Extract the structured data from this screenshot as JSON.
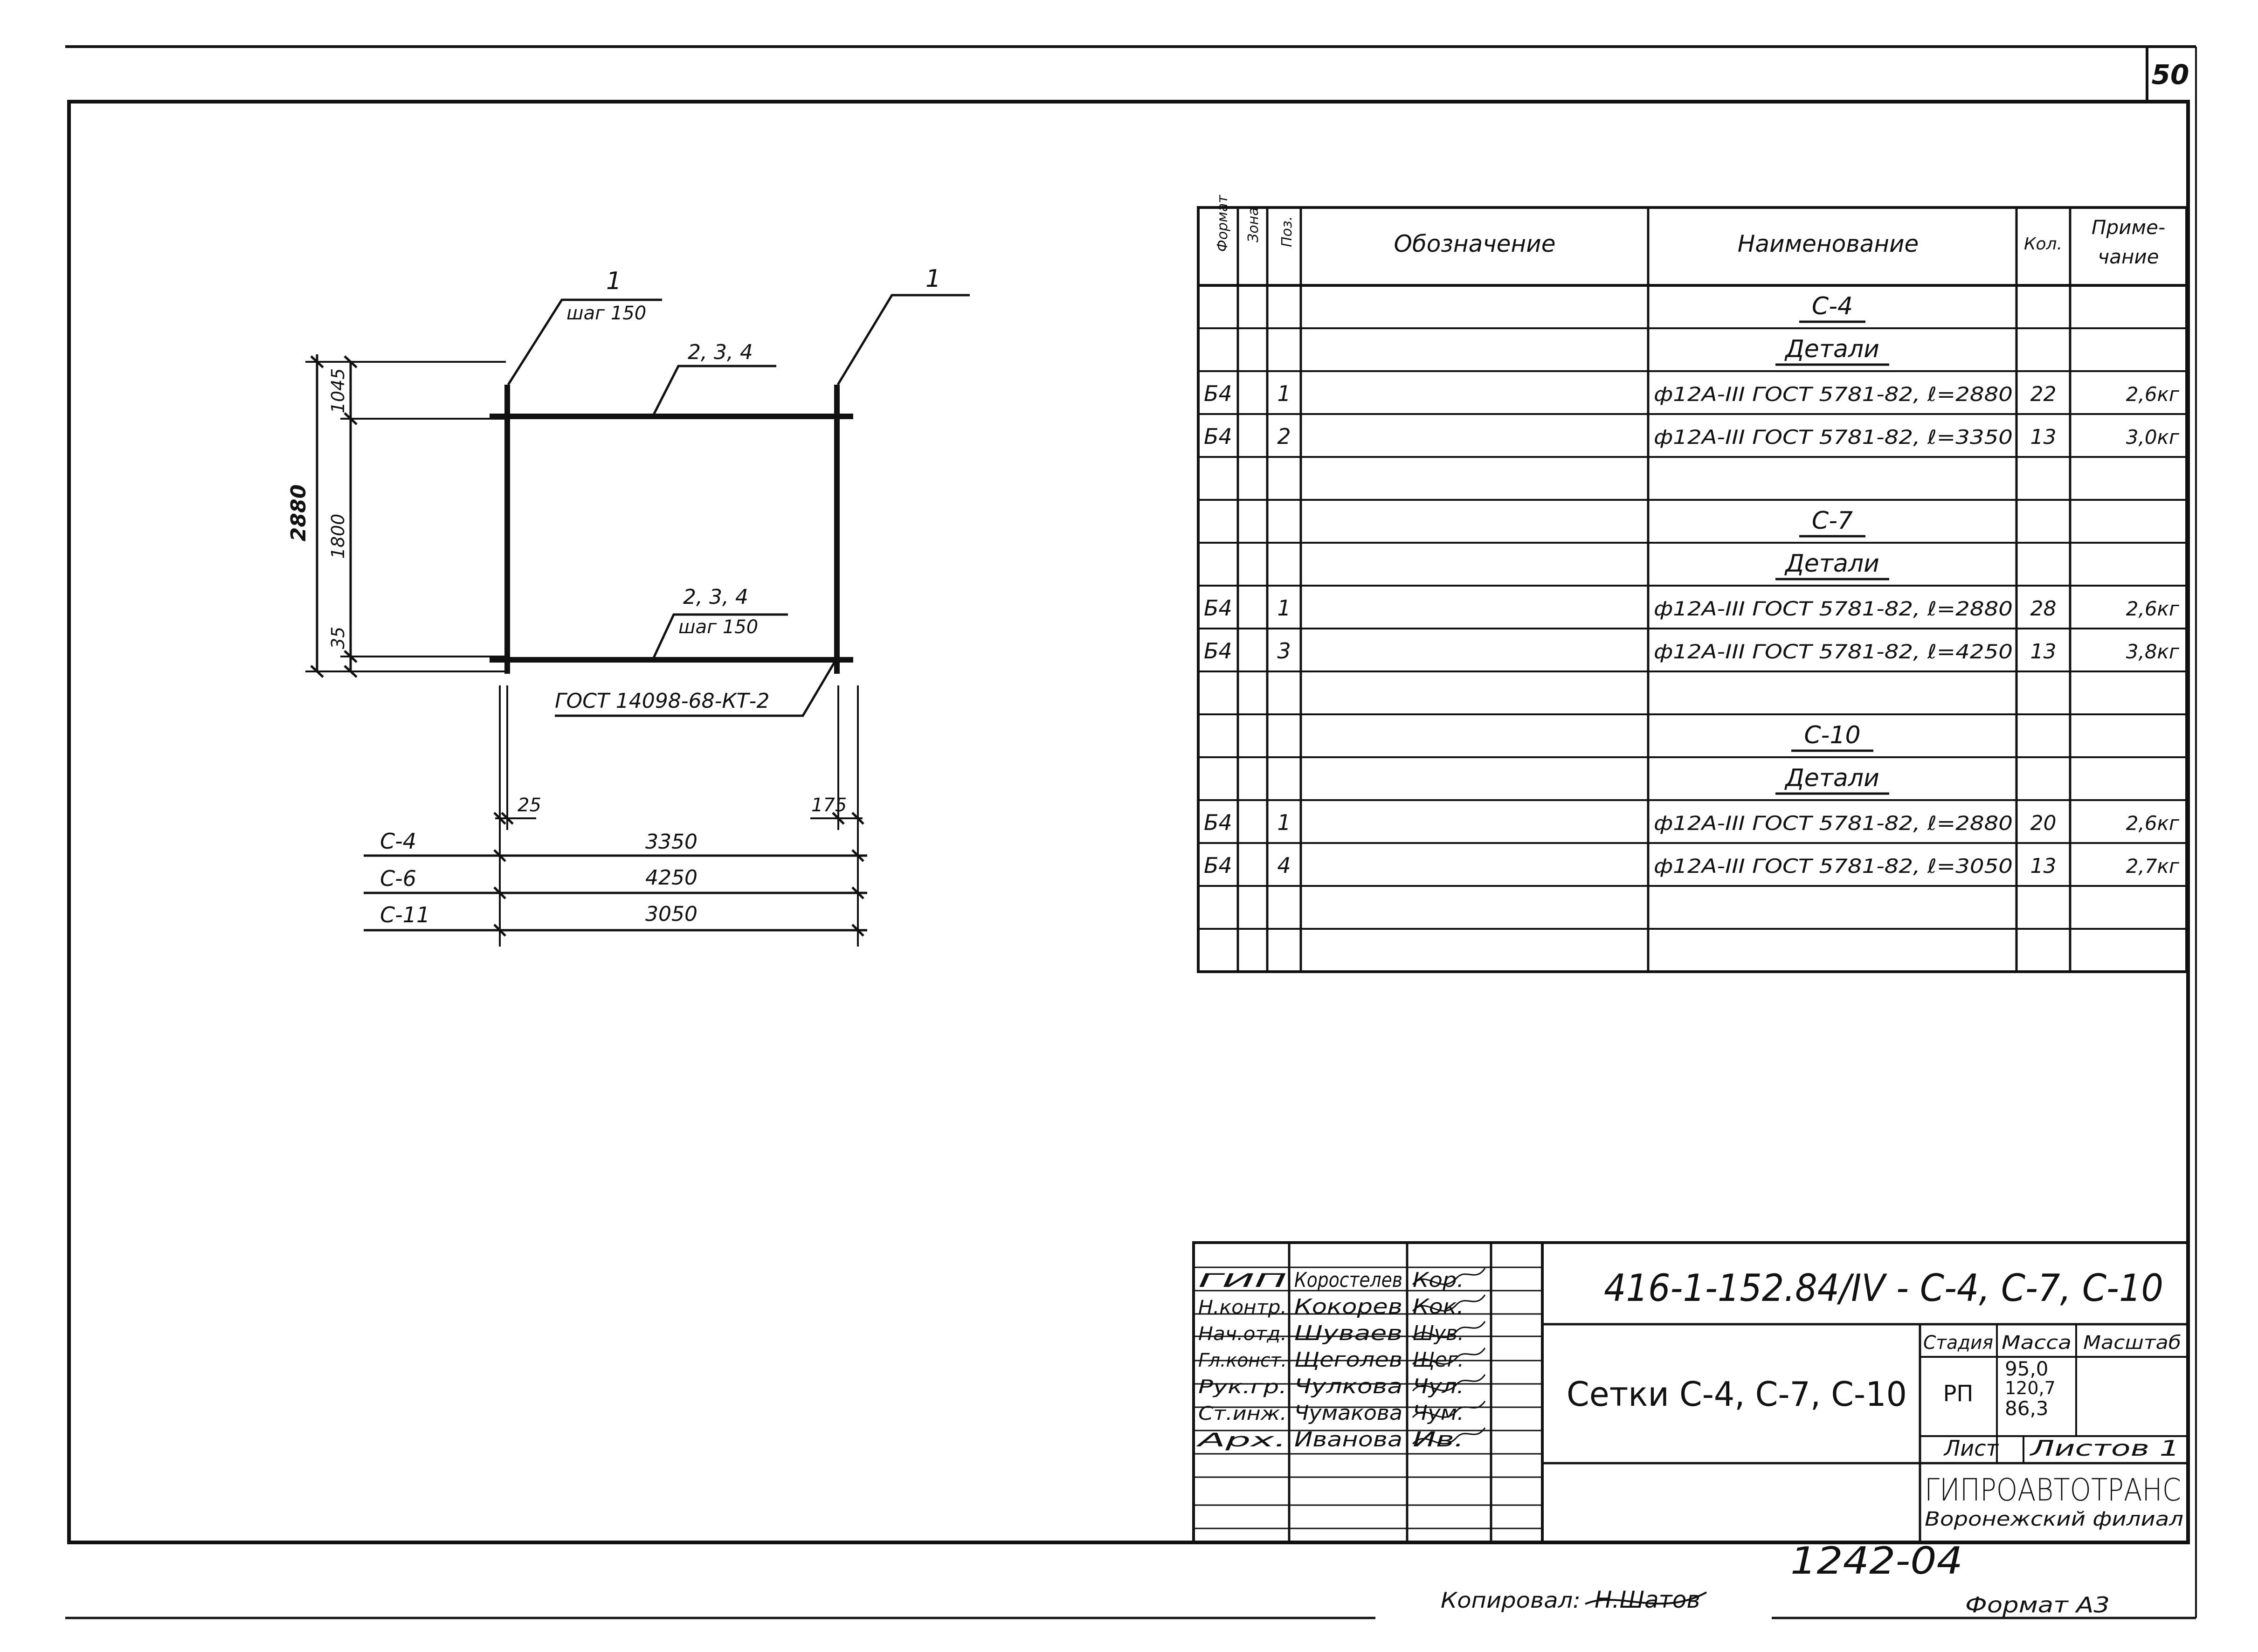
{
  "sheet": {
    "page_number": "50",
    "format": "Формат А3",
    "copied_label": "Копировал:",
    "copied_signature": "Н.Шатов",
    "archive_number": "1242-04"
  },
  "drawing": {
    "leader_top_left": "1",
    "leader_top_left_sub": "шаг 150",
    "leader_top_right": "1",
    "leader_top_mid": "2, 3, 4",
    "leader_bottom_mid": "2, 3, 4",
    "leader_bottom_mid_sub": "шаг 150",
    "gost_label": "ГОСТ 14098-68-КТ-2",
    "dim_total_height": "2880",
    "dim_1045": "1045",
    "dim_1800": "1800",
    "dim_35": "35",
    "dim_25": "25",
    "dim_175": "175",
    "mesh_rows": [
      {
        "name": "С-4",
        "length": "3350"
      },
      {
        "name": "С-6",
        "length": "4250"
      },
      {
        "name": "С-11",
        "length": "3050"
      }
    ]
  },
  "spec_table": {
    "headers": {
      "format": "Формат",
      "zone": "Зона",
      "pos": "Поз.",
      "designation": "Обозначение",
      "name": "Наименование",
      "qty": "Кол.",
      "note_1": "Приме-",
      "note_2": "чание"
    },
    "rows": [
      {
        "fmt": "",
        "pos": "",
        "name": "С-4",
        "qty": "",
        "note": "",
        "kind": "title"
      },
      {
        "fmt": "",
        "pos": "",
        "name": "Детали",
        "qty": "",
        "note": "",
        "kind": "title"
      },
      {
        "fmt": "Б4",
        "pos": "1",
        "name": "ф12А-III ГОСТ 5781-82, ℓ=2880",
        "qty": "22",
        "note": "2,6кг",
        "kind": "item"
      },
      {
        "fmt": "Б4",
        "pos": "2",
        "name": "ф12А-III ГОСТ 5781-82, ℓ=3350",
        "qty": "13",
        "note": "3,0кг",
        "kind": "item"
      },
      {
        "fmt": "",
        "pos": "",
        "name": "",
        "qty": "",
        "note": "",
        "kind": "empty"
      },
      {
        "fmt": "",
        "pos": "",
        "name": "С-7",
        "qty": "",
        "note": "",
        "kind": "title"
      },
      {
        "fmt": "",
        "pos": "",
        "name": "Детали",
        "qty": "",
        "note": "",
        "kind": "title"
      },
      {
        "fmt": "Б4",
        "pos": "1",
        "name": "ф12А-III ГОСТ 5781-82, ℓ=2880",
        "qty": "28",
        "note": "2,6кг",
        "kind": "item"
      },
      {
        "fmt": "Б4",
        "pos": "3",
        "name": "ф12А-III ГОСТ 5781-82, ℓ=4250",
        "qty": "13",
        "note": "3,8кг",
        "kind": "item"
      },
      {
        "fmt": "",
        "pos": "",
        "name": "",
        "qty": "",
        "note": "",
        "kind": "empty"
      },
      {
        "fmt": "",
        "pos": "",
        "name": "С-10",
        "qty": "",
        "note": "",
        "kind": "title"
      },
      {
        "fmt": "",
        "pos": "",
        "name": "Детали",
        "qty": "",
        "note": "",
        "kind": "title"
      },
      {
        "fmt": "Б4",
        "pos": "1",
        "name": "ф12А-III ГОСТ 5781-82, ℓ=2880",
        "qty": "20",
        "note": "2,6кг",
        "kind": "item"
      },
      {
        "fmt": "Б4",
        "pos": "4",
        "name": "ф12А-III ГОСТ 5781-82, ℓ=3050",
        "qty": "13",
        "note": "2,7кг",
        "kind": "item"
      },
      {
        "fmt": "",
        "pos": "",
        "name": "",
        "qty": "",
        "note": "",
        "kind": "empty"
      },
      {
        "fmt": "",
        "pos": "",
        "name": "",
        "qty": "",
        "note": "",
        "kind": "empty"
      }
    ]
  },
  "title_block": {
    "code": "416-1-152.84/IV - С-4, С-7, С-10",
    "people": [
      {
        "role": "ГИП",
        "name": "Коростелев",
        "signature": "Кор."
      },
      {
        "role": "Н.контр.",
        "name": "Кокорев",
        "signature": "Кок."
      },
      {
        "role": "Нач.отд.",
        "name": "Шуваев",
        "signature": "Шув."
      },
      {
        "role": "Гл.конст.",
        "name": "Щеголев",
        "signature": "Щег."
      },
      {
        "role": "Рук.гр.",
        "name": "Чулкова",
        "signature": "Чул."
      },
      {
        "role": "Ст.инж.",
        "name": "Чумакова",
        "signature": "Чум."
      },
      {
        "role": "Арх.",
        "name": "Иванова",
        "signature": "Ив."
      }
    ],
    "sheet_title": "Сетки С-4, С-7, С-10",
    "stage_label": "Стадия",
    "mass_label": "Масса",
    "scale_label": "Масштаб",
    "stage": "РП",
    "masses": [
      "95,0",
      "120,7",
      "86,3"
    ],
    "sheet_label": "Лист",
    "sheets_label": "Листов 1",
    "org_name": "ГИПРОАВТОТРАНС",
    "org_branch": "Воронежский филиал"
  }
}
